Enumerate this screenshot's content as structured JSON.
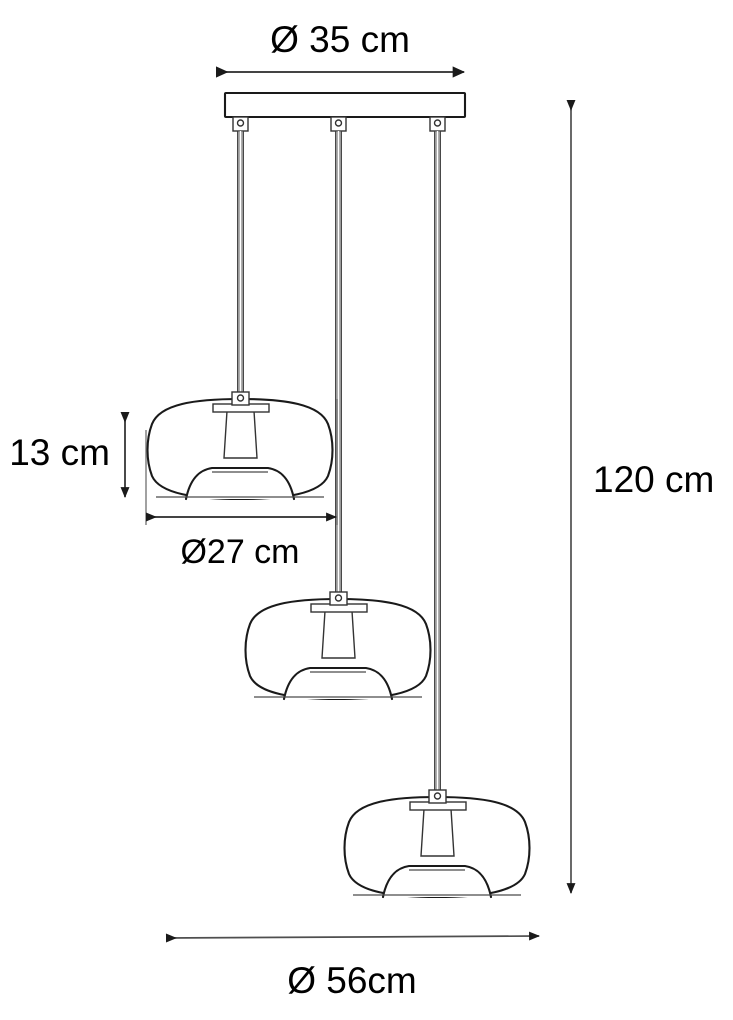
{
  "drawing": {
    "title": "Pendant light technical dimension drawing",
    "product": "3-light oval glass pendant lamp on rectangular canopy",
    "units": "cm",
    "background_color": "#ffffff",
    "line_color": "#1a1a1a",
    "dim_line_color": "#4f4f4f",
    "text_color": "#000000"
  },
  "dimensions": {
    "canopy_width": {
      "label": "Ø 35 cm",
      "value": 35,
      "unit": "cm",
      "symbol": "diameter",
      "orientation": "horizontal",
      "position": "top"
    },
    "shade_height": {
      "label": "13 cm",
      "value": 13,
      "unit": "cm",
      "symbol": "none",
      "orientation": "vertical",
      "position": "left"
    },
    "shade_diameter": {
      "label": "Ø27 cm",
      "value": 27,
      "unit": "cm",
      "symbol": "diameter",
      "orientation": "horizontal",
      "position": "left-middle"
    },
    "total_height": {
      "label": "120 cm",
      "value": 120,
      "unit": "cm",
      "symbol": "none",
      "orientation": "vertical",
      "position": "right"
    },
    "overall_spread": {
      "label": "Ø 56cm",
      "value": 56,
      "unit": "cm",
      "symbol": "diameter",
      "orientation": "horizontal",
      "position": "bottom"
    }
  },
  "components": {
    "canopy": {
      "name": "ceiling-canopy-bar",
      "mount_count": 3
    },
    "suspensions": [
      {
        "name": "suspension-rod-1"
      },
      {
        "name": "suspension-rod-2"
      },
      {
        "name": "suspension-rod-3"
      }
    ],
    "shades": [
      {
        "name": "glass-shade-1",
        "order": 1
      },
      {
        "name": "glass-shade-2",
        "order": 2
      },
      {
        "name": "glass-shade-3",
        "order": 3
      }
    ]
  }
}
